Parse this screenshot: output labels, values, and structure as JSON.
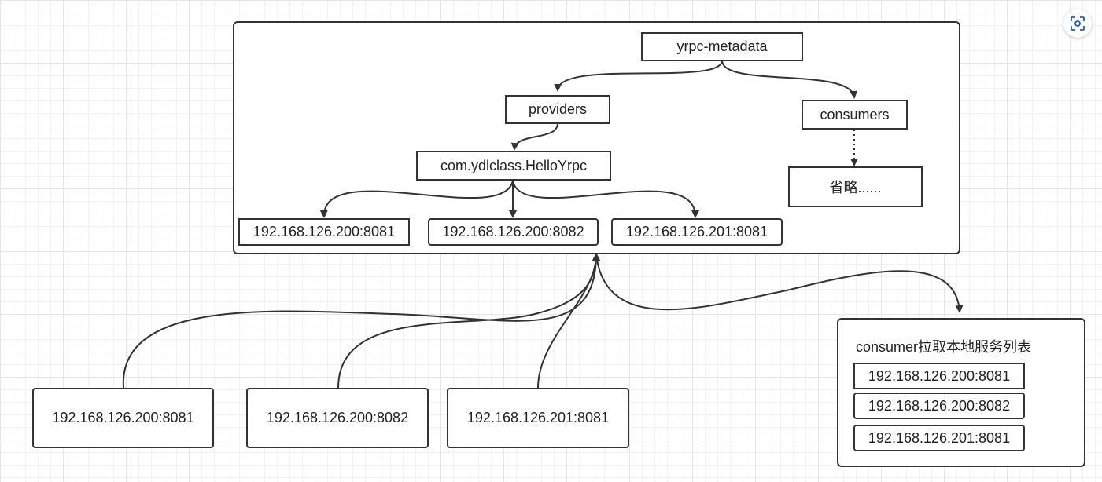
{
  "registry": {
    "root": "yrpc-metadata",
    "providers": "providers",
    "consumers": "consumers",
    "service": "com.ydlclass.HelloYrpc",
    "omitted": "省略......",
    "nodes": [
      "192.168.126.200:8081",
      "192.168.126.200:8082",
      "192.168.126.201:8081"
    ]
  },
  "servers": [
    "192.168.126.200:8081",
    "192.168.126.200:8082",
    "192.168.126.201:8081"
  ],
  "consumer_cache": {
    "title": "consumer拉取本地服务列表",
    "items": [
      "192.168.126.200:8081",
      "192.168.126.200:8082",
      "192.168.126.201:8081"
    ]
  },
  "icons": {
    "focus": "focus-view-icon"
  }
}
